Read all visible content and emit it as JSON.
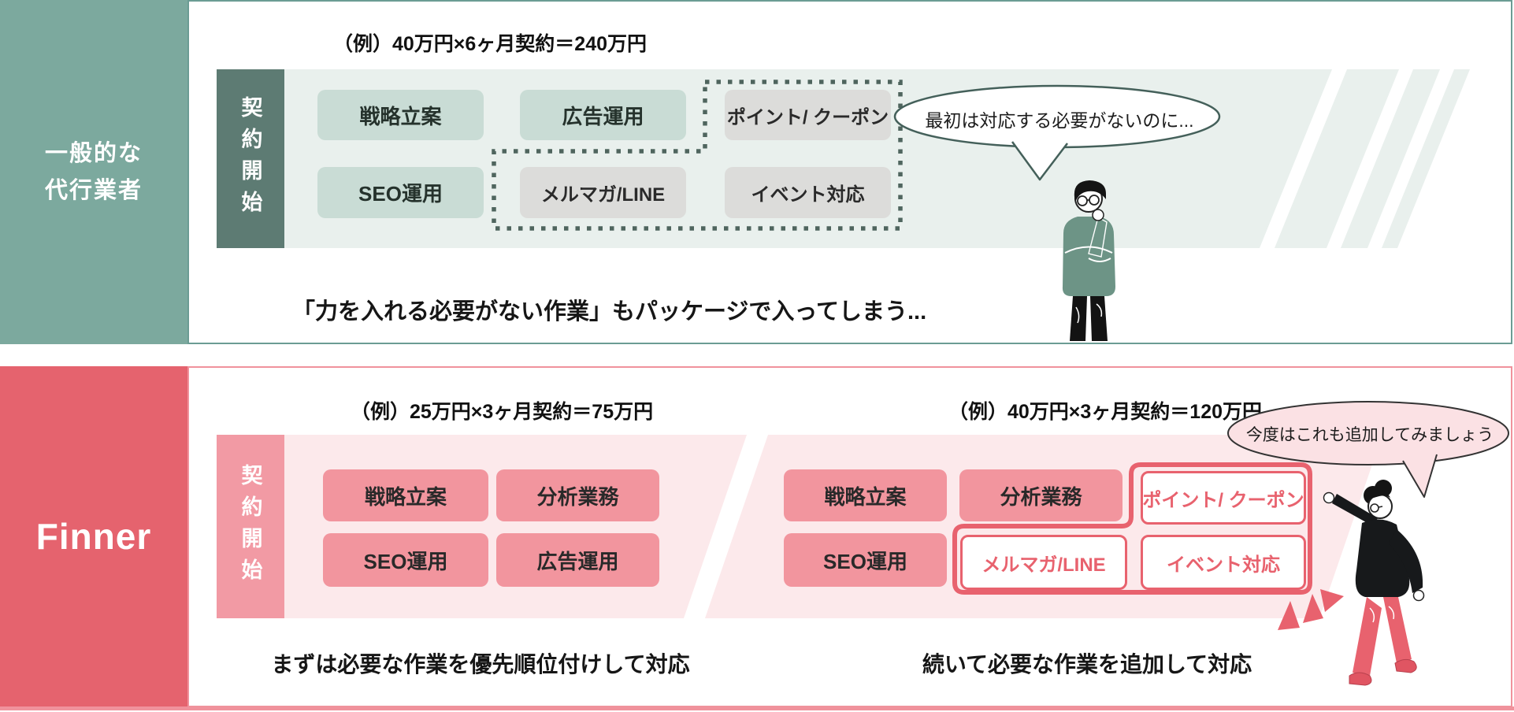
{
  "colors": {
    "teal_sidebar": "#7CA99E",
    "teal_dark": "#5D7B73",
    "teal_band": "#E9F0ED",
    "teal_box": "#C9DCD5",
    "gray_box": "#DCDCDA",
    "teal_border": "#6B9C94",
    "dot_outline": "#4F655E",
    "red_sidebar": "#E5636E",
    "pink_label": "#F29AA4",
    "pink_band": "#FCE9EB",
    "pink_box": "#F2959E",
    "red_accent": "#E8626E",
    "pink_border": "#F0929C"
  },
  "top": {
    "sidebar_lines": [
      "一般的な",
      "代行業者"
    ],
    "example": "（例）40万円×6ヶ月契約＝240万円",
    "phase_label": "契約開始",
    "boxes": {
      "strategy": "戦略立案",
      "ads": "広告運用",
      "points": "ポイント/ クーポン",
      "seo": "SEO運用",
      "mailmag": "メルマガ/LINE",
      "event": "イベント対応"
    },
    "bubble": "最初は対応する必要がないのに...",
    "caption": "「力を入れる必要がない作業」もパッケージで入ってしまう..."
  },
  "bottom": {
    "sidebar_label": "Finner",
    "phase_label": "契約開始",
    "phase1": {
      "example": "（例）25万円×3ヶ月契約＝75万円",
      "boxes": {
        "strategy": "戦略立案",
        "analysis": "分析業務",
        "seo": "SEO運用",
        "ads": "広告運用"
      },
      "caption": "まずは必要な作業を優先順位付けして対応"
    },
    "phase2": {
      "example": "（例）40万円×3ヶ月契約＝120万円",
      "boxes": {
        "strategy": "戦略立案",
        "analysis": "分析業務",
        "points": "ポイント/ クーポン",
        "seo": "SEO運用",
        "mailmag": "メルマガ/LINE",
        "event": "イベント対応"
      },
      "caption": "続いて必要な作業を追加して対応"
    },
    "bubble": "今度はこれも追加してみましょう"
  }
}
